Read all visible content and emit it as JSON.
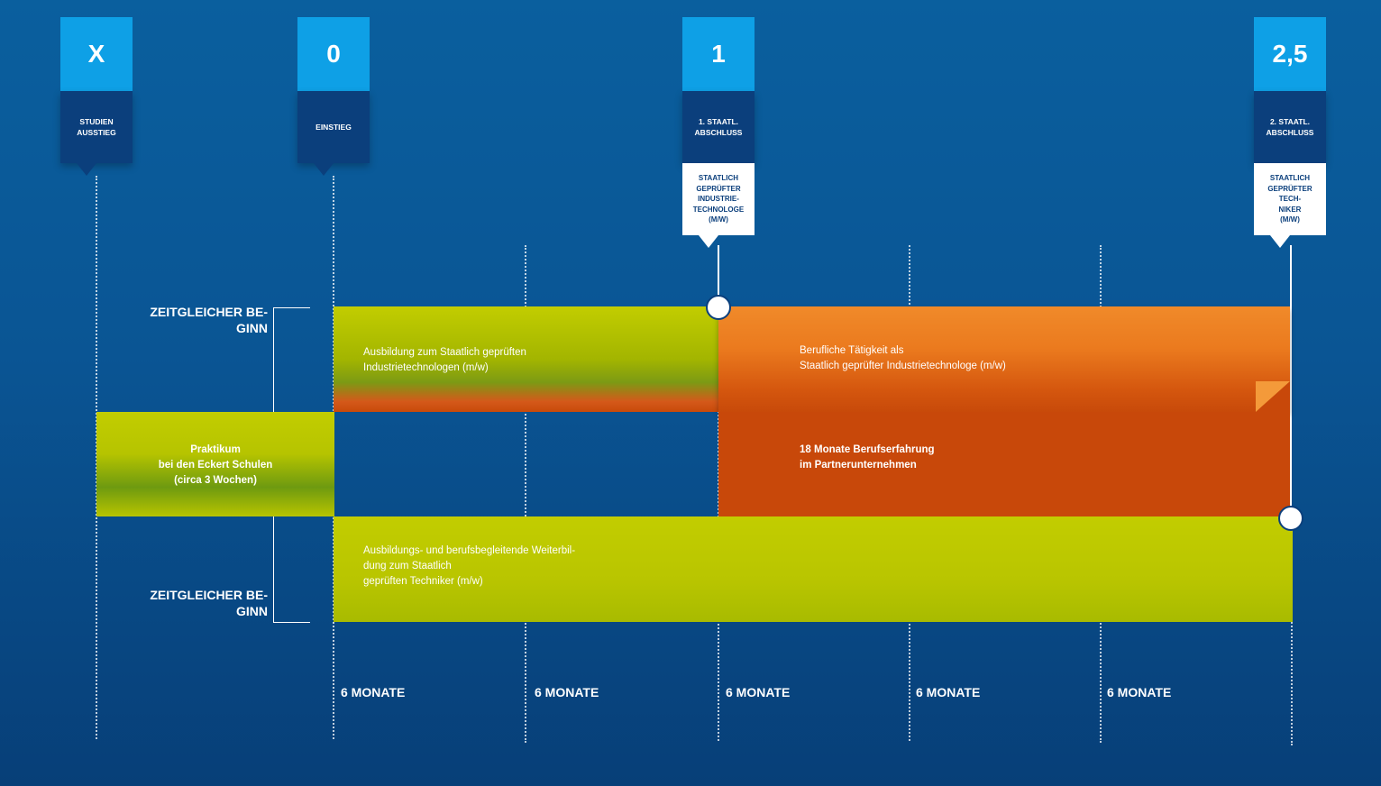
{
  "milestones": [
    {
      "number": "X",
      "label": "STUDIEN\nAUSSTIEG",
      "card": ""
    },
    {
      "number": "0",
      "label": "EINSTIEG",
      "card": ""
    },
    {
      "number": "1",
      "label": "1. STAATL.\nABSCHLUSS",
      "card": "STAATLICH\nGEPRÜFTER\nINDUSTRIE-\nTECHNOLOGE\n(M/W)"
    },
    {
      "number": "2,5",
      "label": "2. STAATL.\nABSCHLUSS",
      "card": "STAATLICH\nGEPRÜFTER TECH-\nNIKER\n(M/W)"
    }
  ],
  "brackets": {
    "top": "ZEITGLEICHER BE-\nGINN",
    "bottom": "ZEITGLEICHER BE-\nGINN"
  },
  "bars": {
    "ausbildung": "Ausbildung zum Staatlich geprüften\nIndustrietechnologen (m/w)",
    "beruf": "Berufliche Tätigkeit als\nStaatlich geprüfter Industrietechnologe (m/w)",
    "praktikum": "Praktikum\nbei den Eckert Schulen\n(circa 3 Wochen)",
    "berufserfahrung": "18 Monate Berufserfahrung\nim Partnerunternehmen",
    "weiterbildung": "Ausbildungs- und berufsbegleitende Weiterbil-\n   dung zum Staatlich\n   geprüften Techniker (m/w)"
  },
  "periods": [
    "6 MONATE",
    "6 MONATE",
    "6 MONATE",
    "6 MONATE",
    "6 MONATE"
  ],
  "colors": {
    "background": "#0a5594",
    "flag_number": "#0ea0e6",
    "flag_label": "#0b3f7c",
    "green": "#bccb00",
    "orange": "#e97a1f",
    "dark_orange": "#c8480a"
  }
}
